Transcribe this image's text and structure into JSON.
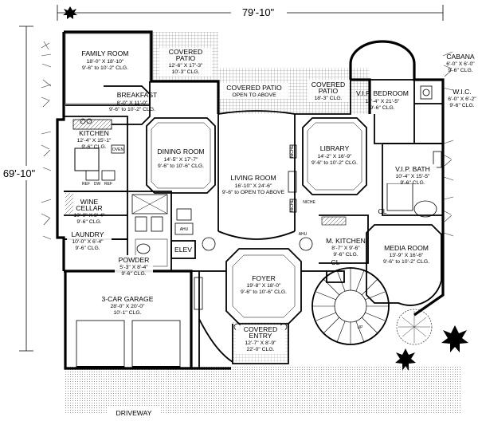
{
  "dimensions": {
    "width": "79'-10\"",
    "depth": "69'-10\""
  },
  "rooms": {
    "family_room": {
      "name": "FAMILY ROOM",
      "size": "18'-0\" X 18'-10\"",
      "ceiling": "9'-6\" to 10'-2\" CLG."
    },
    "covered_patio_nw": {
      "name1": "COVERED",
      "name2": "PATIO",
      "size": "12'-6\" X 17'-3\"",
      "ceiling": "10'-3\" CLG."
    },
    "breakfast": {
      "name": "BREAKFAST",
      "size": "8'-0\" X 11'-0\"",
      "ceiling": "9'-6\" to 10'-2\" CLG."
    },
    "covered_patio_main": {
      "name": "COVERED PATIO",
      "note": "OPEN TO ABOVE"
    },
    "covered_patio_ne": {
      "name1": "COVERED",
      "name2": "PATIO",
      "ceiling": "18'-3\" CLG."
    },
    "vip_bedroom": {
      "name": "V.I.P. BEDROOM",
      "size": "12'-4\" X 21'-5\"",
      "ceiling": "9'-6\" CLG."
    },
    "cabana": {
      "name": "CABANA",
      "size": "6'-0\" X 6'-0\"",
      "ceiling": "9'-6\" CLG."
    },
    "wic": {
      "name": "W.I.C.",
      "size": "6'-0\" X 6'-2\"",
      "ceiling": "9'-6\" CLG."
    },
    "kitchen": {
      "name": "KITCHEN",
      "size": "12'-4\" X 15'-1\"",
      "ceiling": "9'-6\" CLG."
    },
    "dining_room": {
      "name": "DINING ROOM",
      "size": "14'-5\" X 17'-7\"",
      "ceiling": "9'-6\" to 10'-6\" CLG."
    },
    "library": {
      "name": "LIBRARY",
      "size": "14'-2\" X 16'-9\"",
      "ceiling": "9'-6\" to 10'-2\" CLG."
    },
    "living_room": {
      "name": "LIVING ROOM",
      "size": "16'-10\" X 24'-6\"",
      "ceiling": "9'-6\" to OPEN TO ABOVE"
    },
    "vip_bath": {
      "name": "V.I.P. BATH",
      "size": "10'-4\" X 15'-5\"",
      "ceiling": "9'-6\" CLG."
    },
    "wine_cellar": {
      "name1": "WINE",
      "name2": "CELLAR",
      "size": "10'-0\" X 8'-4\"",
      "ceiling": "9'-6\" CLG."
    },
    "laundry": {
      "name": "LAUNDRY",
      "size": "10'-0\" X 6'-4\"",
      "ceiling": "9'-6\" CLG."
    },
    "powder": {
      "name": "POWDER",
      "size": "5'-3\" X 8'-4\"",
      "ceiling": "9'-6\" CLG."
    },
    "elevator": {
      "name": "ELEV"
    },
    "foyer": {
      "name": "FOYER",
      "size": "19'-8\" X 18'-0\"",
      "ceiling": "9'-6\" to 10'-6\" CLG."
    },
    "m_kitchen": {
      "name": "M. KITCHEN",
      "size": "8'-7\" X 9'-6\"",
      "ceiling": "9'-6\" CLG."
    },
    "media_room": {
      "name": "MEDIA ROOM",
      "size": "13'-9\" X 16'-6\"",
      "ceiling": "9'-6\" to 10'-2\" CLG."
    },
    "garage": {
      "name": "3-CAR GARAGE",
      "size": "28'-0\" X 20'-0\"",
      "ceiling": "10'-1\" CLG."
    },
    "covered_entry": {
      "name1": "COVERED",
      "name2": "ENTRY",
      "size": "12'-7\" X 8'-9\"",
      "ceiling": "22'-0\" CLG."
    },
    "driveway": {
      "name": "DRIVEWAY"
    }
  },
  "labels": {
    "cl_1": "CL",
    "cl_2": "CL",
    "niche_1": "NICHE",
    "niche_2": "NICHE",
    "niche_3": "NICHE",
    "ref_1": "REF",
    "ref_2": "REF",
    "dw": "DW",
    "oven": "OVEN",
    "ahu_1": "AHU",
    "ahu_2": "AHU",
    "up": "UP"
  }
}
